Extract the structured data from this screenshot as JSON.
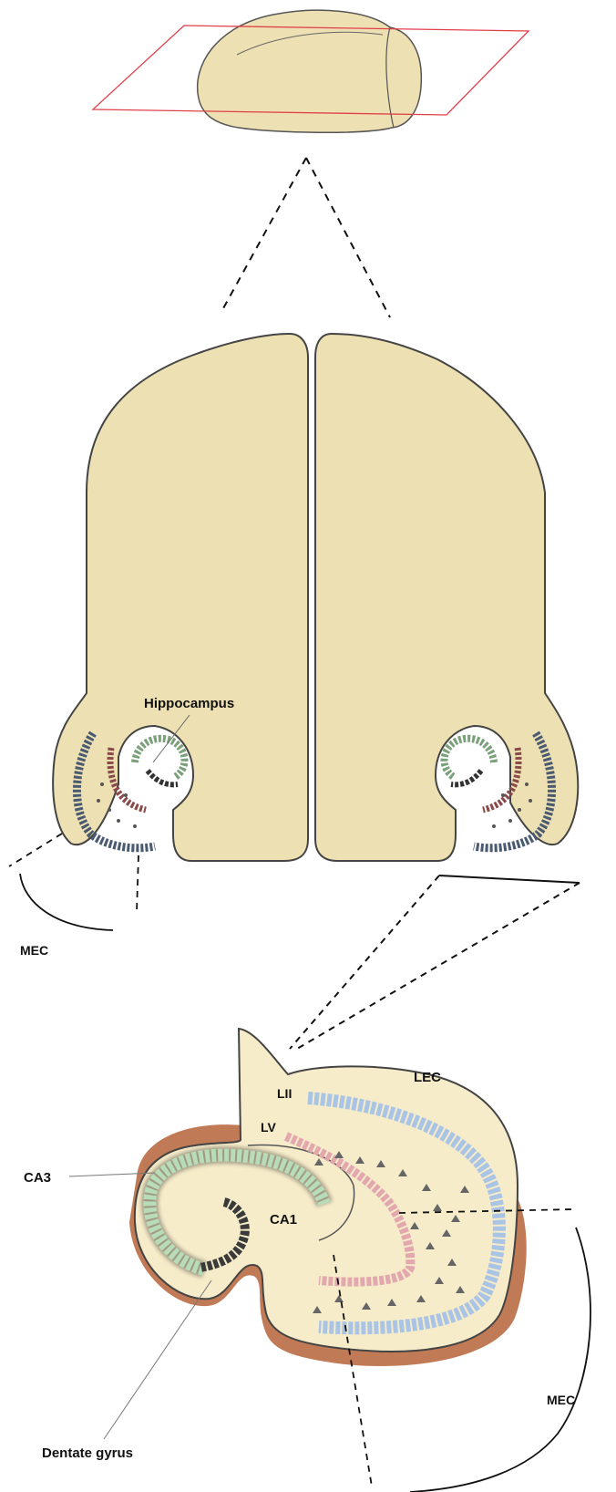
{
  "labels": {
    "hippocampus": "Hippocampus",
    "mec_top": "MEC",
    "lii": "LII",
    "lv": "LV",
    "lec": "LEC",
    "ca3": "CA3",
    "ca1": "CA1",
    "dentate_gyrus": "Dentate gyrus",
    "mec_bottom": "MEC"
  },
  "colors": {
    "tissue": "#ede0b2",
    "tissue_light": "#f6ecca",
    "outline": "#555555",
    "plane": "#e0404a",
    "ca3_cells": "#b8dcb8",
    "lii_cells": "#a9c4e4",
    "lv_cells": "#e3a8ae",
    "dg_cells": "#555555",
    "scattered_cells": "#666666",
    "rim": "#c07a55"
  }
}
